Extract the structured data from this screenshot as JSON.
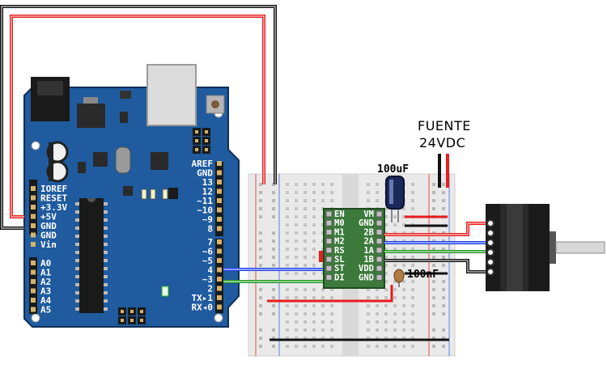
{
  "power_label": {
    "line1": "FUENTE",
    "line2": "24VDC"
  },
  "capacitors": {
    "electrolytic": "100uF",
    "ceramic": "100nF"
  },
  "arduino": {
    "power_pins": [
      "IOREF",
      "RESET",
      "+3.3V",
      "+5V",
      "GND",
      "GND",
      "Vin"
    ],
    "analog_pins": [
      "A0",
      "A1",
      "A2",
      "A3",
      "A4",
      "A5"
    ],
    "digital_pins_top": [
      "AREF",
      "GND",
      "13",
      "12",
      "~11",
      "~10",
      "~9",
      "8"
    ],
    "digital_pins_bottom": [
      "7",
      "~6",
      "~5",
      "4",
      "~3",
      "2",
      "TX▸1",
      "RX◂0"
    ]
  },
  "driver": {
    "left_pins": [
      "EN",
      "M0",
      "M1",
      "M2",
      "RS",
      "SL",
      "ST",
      "DI"
    ],
    "right_pins": [
      "VM",
      "GND",
      "2B",
      "2A",
      "1A",
      "1B",
      "VDD",
      "GND"
    ]
  },
  "colors": {
    "board": "#1f5b9e",
    "breadboard": "#e9e9e9",
    "driver": "#3c7a3c",
    "wire_red": "#e81c1c",
    "wire_black": "#111111",
    "wire_blue": "#1c3ce8",
    "wire_green": "#1c9a1c"
  }
}
